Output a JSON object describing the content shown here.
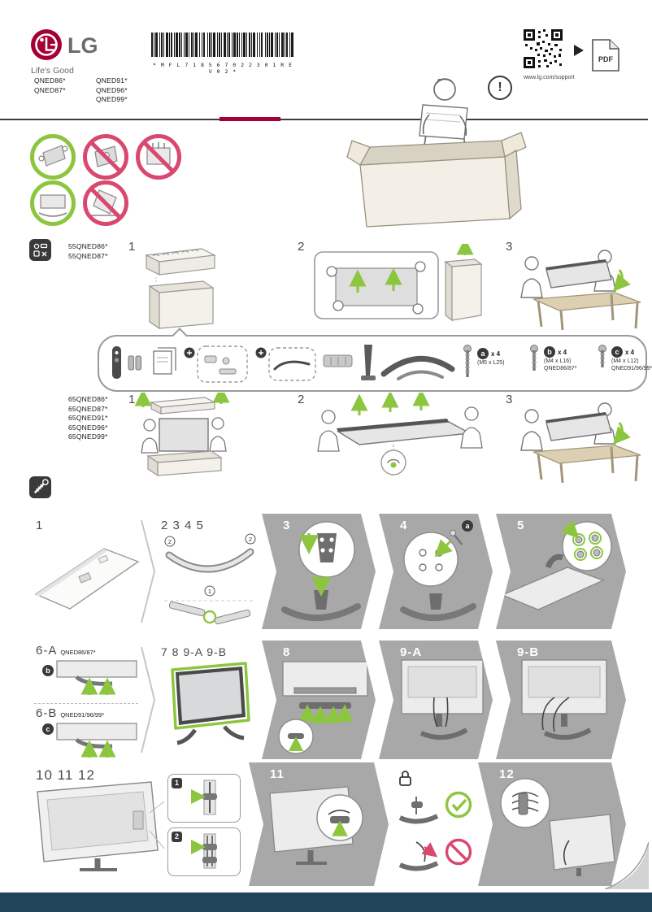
{
  "colors": {
    "brand": "#A50034",
    "ok_green": "#8CC63F",
    "warn_red": "#D9486F",
    "footer_bar": "#20455A"
  },
  "header": {
    "brand": "LG",
    "tagline": "Life's Good",
    "barcode_text": "* M F L 7 1 8 5 6 7 0 2 2 3 0 1 R E V 0 2 *",
    "qr_caption": "www.lg.com/support",
    "pdf_label": "PDF",
    "models_col1": [
      "QNED86*",
      "QNED87*"
    ],
    "models_col2": [
      "QNED91*",
      "QNED96*",
      "QNED99*"
    ]
  },
  "caution": {
    "exclamation": "!"
  },
  "unbox55": {
    "models": [
      "55QNED86*",
      "55QNED87*"
    ],
    "steps": [
      "1",
      "2",
      "3"
    ]
  },
  "unbox65": {
    "models": [
      "65QNED86*",
      "65QNED87*",
      "65QNED91*",
      "65QNED96*",
      "65QNED99*"
    ],
    "steps": [
      "1",
      "2",
      "3"
    ]
  },
  "parts": {
    "screw_a": {
      "letter": "a",
      "qty": "x 4",
      "spec": "(M5 x L25)"
    },
    "screw_b": {
      "letter": "b",
      "qty": "x 4",
      "spec": "(M4 x L16)",
      "models": "QNED86/87*"
    },
    "screw_c": {
      "letter": "c",
      "qty": "x 4",
      "spec": "(M4 x L12)",
      "models": "QNED91/96/99*"
    }
  },
  "stand": {
    "step1": "1",
    "step2345": "2 3 4 5",
    "callout1": "1",
    "callout2": "2",
    "step3": "3",
    "step4": "4",
    "step4_screw": "a",
    "step5": "5",
    "step6a": "6-A",
    "step6a_models": "QNED86/87*",
    "step6a_screw": "b",
    "step6b": "6-B",
    "step6b_models": "QNED91/96/99*",
    "step6b_screw": "c",
    "step789": "7 8 9-A 9-B",
    "step8": "8",
    "step9a": "9-A",
    "step9b": "9-B",
    "step101112": "10 11 12",
    "step10_callout1": "1",
    "step10_callout2": "2",
    "step11": "11",
    "step12": "12"
  }
}
